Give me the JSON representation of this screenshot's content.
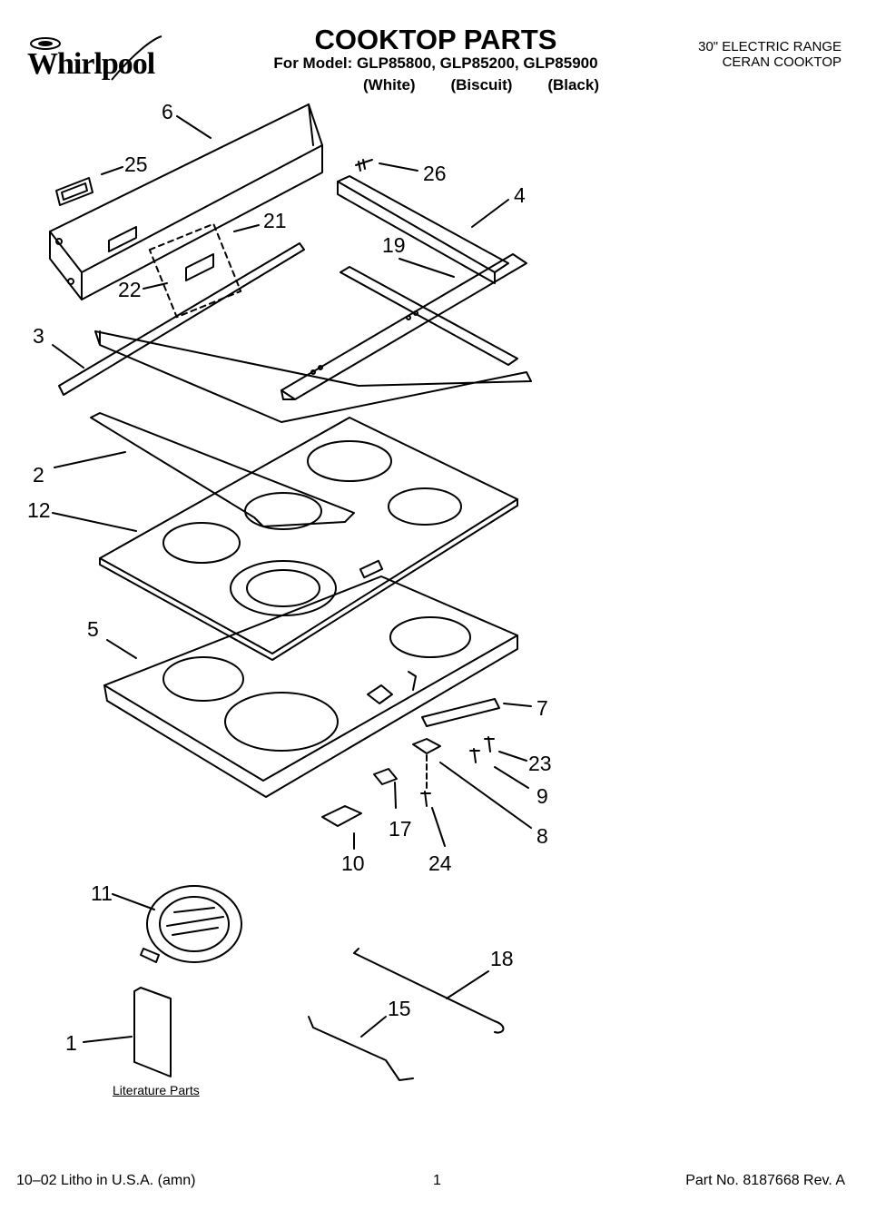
{
  "header": {
    "brand": "Whirlpool",
    "title": "COOKTOP PARTS",
    "models": "For Model: GLP85800, GLP85200, GLP85900",
    "variants": [
      "(White)",
      "(Biscuit)",
      "(Black)"
    ],
    "range_line1": "30\" ELECTRIC RANGE",
    "range_line2": "CERAN COOKTOP"
  },
  "callouts": {
    "c1": "1",
    "c2": "2",
    "c3": "3",
    "c4": "4",
    "c5": "5",
    "c6": "6",
    "c7": "7",
    "c8": "8",
    "c9": "9",
    "c10": "10",
    "c11": "11",
    "c12": "12",
    "c15": "15",
    "c17": "17",
    "c18": "18",
    "c19": "19",
    "c21": "21",
    "c22": "22",
    "c23": "23",
    "c24": "24",
    "c25": "25",
    "c26": "26"
  },
  "literature_caption": "Literature Parts",
  "footer": {
    "left": "10–02 Litho in U.S.A. (amn)",
    "center": "1",
    "right": "Part No. 8187668 Rev. A"
  }
}
